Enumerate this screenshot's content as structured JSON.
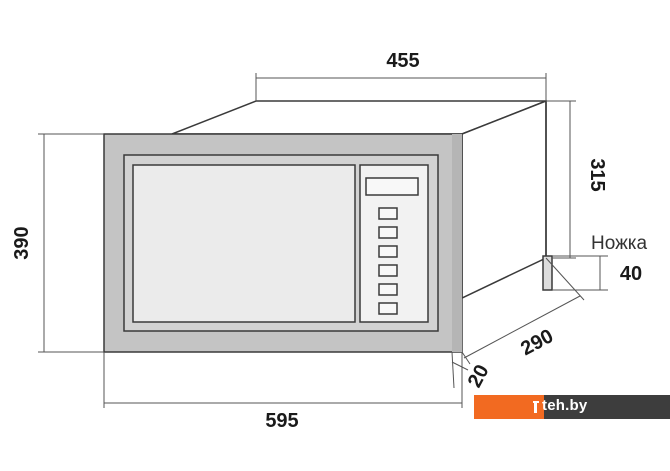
{
  "dimensions": {
    "depth_top": "455",
    "height_left": "390",
    "height_right": "315",
    "width_bottom": "595",
    "foot_height": "40",
    "side_depth": "290",
    "door_offset": "20"
  },
  "labels": {
    "foot": "Ножка"
  },
  "brand": {
    "text": "teh.by"
  },
  "colors": {
    "frame": "#c4c4c4",
    "body_side": "#ffffff",
    "door_panel": "#d2d2d2",
    "window": "#ebebeb",
    "control_panel": "#f2f2f2",
    "outline": "#3a3a3a",
    "brand_orange": "#f26a21",
    "brand_dark": "#3d3d3d"
  },
  "icons": [
    "teh-by-logo-icon"
  ]
}
